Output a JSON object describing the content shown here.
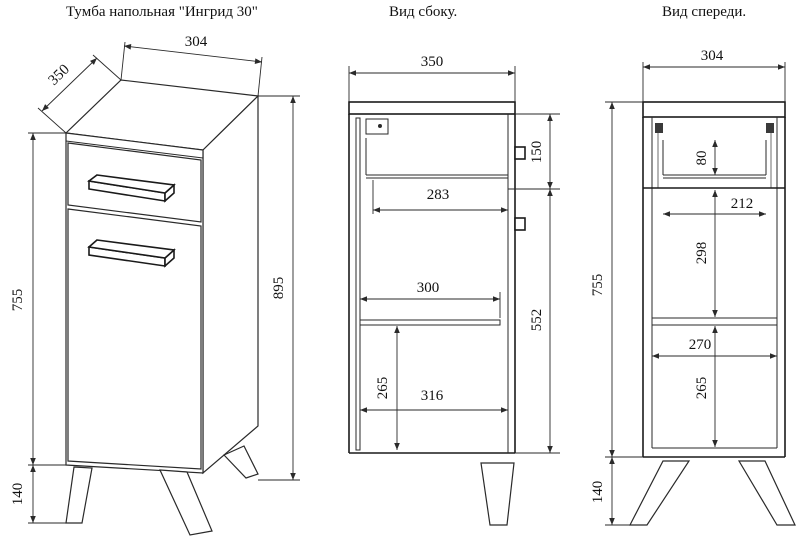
{
  "titles": {
    "main": "Тумба напольная \"Ингрид 30\"",
    "side": "Вид сбоку.",
    "front": "Вид спереди."
  },
  "dims": {
    "iso_width": "304",
    "iso_depth": "350",
    "iso_body_height": "755",
    "iso_total_height": "895",
    "iso_leg_height": "140",
    "side_depth": "350",
    "side_drawer_height": "150",
    "side_drawer_depth": "283",
    "side_shelf_depth": "300",
    "side_door_height": "552",
    "side_lower_height": "265",
    "side_lower_depth": "316",
    "front_width": "304",
    "front_drawer_inner_height": "80",
    "front_drawer_inner_width": "212",
    "front_upper_height": "298",
    "front_shelf_width": "270",
    "front_lower_height": "265",
    "front_body_height": "755",
    "front_leg_height": "140"
  }
}
